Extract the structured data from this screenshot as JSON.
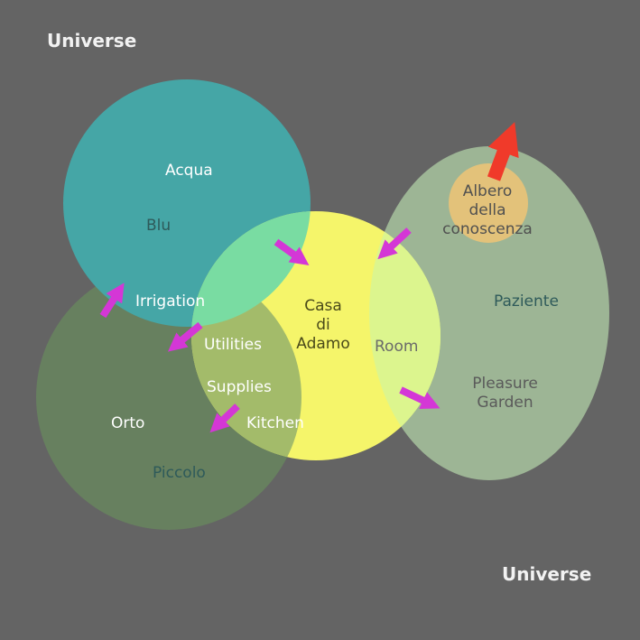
{
  "labels": {
    "universe_top": "Universe",
    "universe_bottom": "Universe",
    "acqua": "Acqua",
    "blu": "Blu",
    "irrigation": "Irrigation",
    "utilities": "Utilities",
    "supplies": "Supplies",
    "kitchen": "Kitchen",
    "orto": "Orto",
    "piccolo": "Piccolo",
    "casa_line1": "Casa",
    "casa_line2": "di",
    "casa_line3": "Adamo",
    "room": "Room",
    "albero_line1": "Albero",
    "albero_line2": "della",
    "albero_line3": "conoscenza",
    "paziente": "Paziente",
    "pleasure_line1": "Pleasure",
    "pleasure_line2": "Garden"
  },
  "colors": {
    "background": "#646464",
    "acqua_circle": "#45a6a6",
    "orto_circle": "#67805f",
    "casa_circle": "#f5f56a",
    "pleasure_ellipse": "#9db595",
    "albero_circle": "#e3c27a",
    "arrow_magenta": "#d437d6",
    "arrow_red": "#f03a2a"
  }
}
